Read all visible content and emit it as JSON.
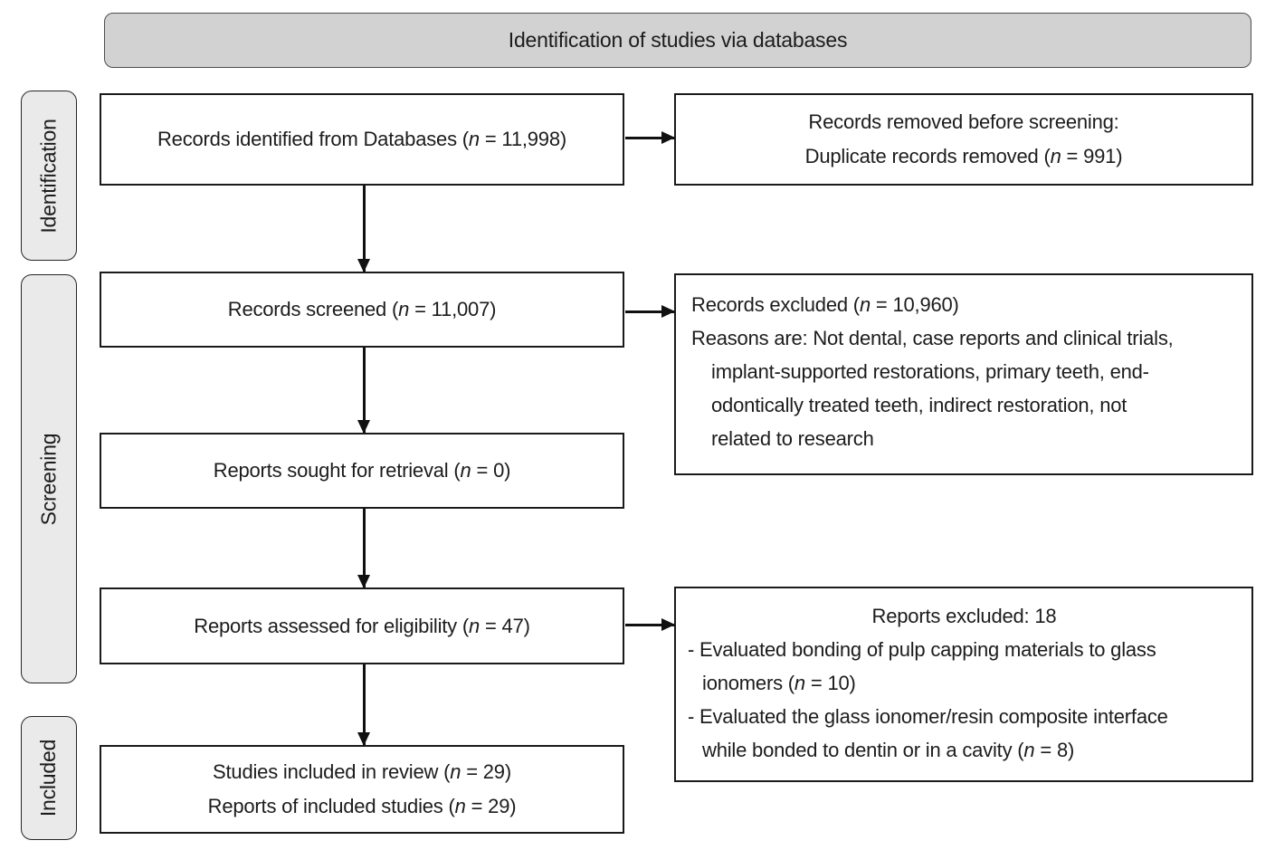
{
  "header": {
    "title": "Identification of studies via databases"
  },
  "sidebar": {
    "identification": "Identification",
    "screening": "Screening",
    "included": "Included"
  },
  "boxes": {
    "records_identified": {
      "lines": [
        {
          "pre": "Records identified from Databases (",
          "n": "n",
          "post": " = 11,998)"
        }
      ]
    },
    "records_removed": {
      "lines": [
        {
          "pre": "Records removed before screening:",
          "n": "",
          "post": ""
        },
        {
          "pre": "Duplicate records removed (",
          "n": "n",
          "post": " = 991)"
        }
      ]
    },
    "records_screened": {
      "lines": [
        {
          "pre": "Records screened (",
          "n": "n",
          "post": " = 11,007)"
        }
      ]
    },
    "records_excluded": {
      "lines": [
        {
          "pre": "Records excluded (",
          "n": "n",
          "post": " = 10,960)"
        },
        {
          "pre": "Reasons are: Not dental, case reports and clinical trials,",
          "n": "",
          "post": ""
        },
        {
          "pre": "implant-supported restorations, primary teeth, end-",
          "n": "",
          "post": ""
        },
        {
          "pre": "odontically treated teeth, indirect restoration, not",
          "n": "",
          "post": ""
        },
        {
          "pre": "related to research",
          "n": "",
          "post": ""
        }
      ]
    },
    "reports_sought": {
      "lines": [
        {
          "pre": "Reports sought for retrieval (",
          "n": "n",
          "post": " = 0)"
        }
      ]
    },
    "reports_assessed": {
      "lines": [
        {
          "pre": "Reports assessed for eligibility (",
          "n": "n",
          "post": " = 47)"
        }
      ]
    },
    "reports_excluded": {
      "title": "Reports excluded: 18",
      "lines": [
        {
          "pre": "- Evaluated bonding of pulp capping materials to glass",
          "n": "",
          "post": ""
        },
        {
          "pre": "ionomers (",
          "n": "n",
          "post": " = 10)"
        },
        {
          "pre": "- Evaluated the glass ionomer/resin composite interface",
          "n": "",
          "post": ""
        },
        {
          "pre": "while bonded to dentin or in a cavity (",
          "n": "n",
          "post": " = 8)"
        }
      ]
    },
    "studies_included": {
      "lines": [
        {
          "pre": "Studies included in review (",
          "n": "n",
          "post": " = 29)"
        },
        {
          "pre": "Reports of included studies (",
          "n": "n",
          "post": " = 29)"
        }
      ]
    }
  },
  "colors": {
    "header_fill": "#d2d2d2",
    "stage_label_fill": "#eaeaea",
    "box_border": "#1a1a1a",
    "arrow": "#111111",
    "text": "#1c1c1c"
  }
}
